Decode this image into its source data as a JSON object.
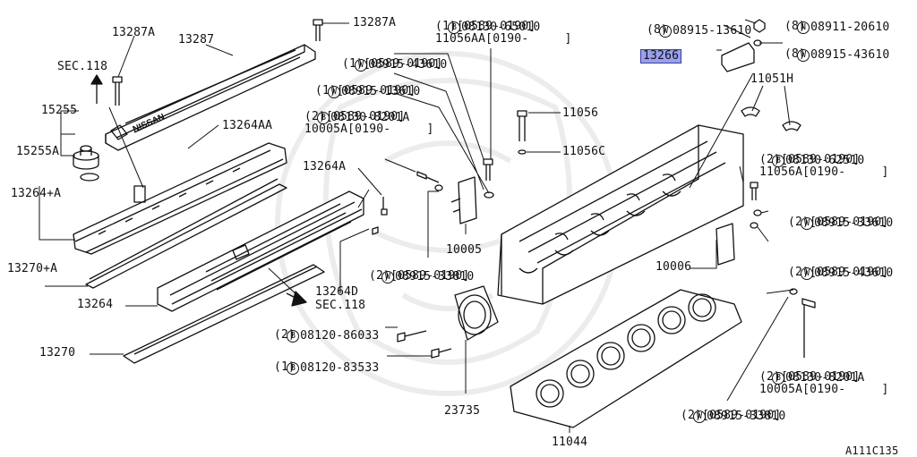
{
  "diagram": {
    "parts": {
      "p13287A_left": "13287A",
      "p13287": "13287",
      "p13287A_top": "13287A",
      "sec118_top": "SEC.118",
      "p15255": "15255",
      "p15255A": "15255A",
      "p13264AA": "13264AA",
      "p13264A_plus": "13264+A",
      "p13264A": "13264A",
      "p13270A_plus": "13270+A",
      "p13264": "13264",
      "p13264D": "13264D",
      "sec118_mid": "SEC.118",
      "p13270": "13270",
      "p10005": "10005",
      "p23735": "23735",
      "p11044": "11044",
      "p11056": "11056",
      "p11056C": "11056C",
      "p13266": "13266",
      "p11051H": "11051H",
      "p10006": "10006",
      "figure_code": "A111C135"
    },
    "callouts": {
      "b08130_65010": {
        "prefix": "B",
        "code": "08130-65010",
        "l2": "(1)[0589-0190]",
        "l3": "11056AA[0190-     ]"
      },
      "w08915_43610_a": {
        "prefix": "W",
        "code": "08915-43610",
        "l2": "(1)[0589-0190]"
      },
      "w08915_13610_a": {
        "prefix": "W",
        "code": "08915-13610",
        "l2": "(1)[0589-0190]"
      },
      "b08130_8201A_a": {
        "prefix": "B",
        "code": "08130-8201A",
        "l2": "(2)[0589-0190]",
        "l3": "10005A[0190-     ]"
      },
      "w08915_33810_a": {
        "prefix": "W",
        "code": "08915-33810",
        "l2": "(2)[0589-0190]"
      },
      "b08120_86033": {
        "prefix": "B",
        "code": "08120-86033",
        "l2": "(2)"
      },
      "b08120_83533": {
        "prefix": "B",
        "code": "08120-83533",
        "l2": "(1)"
      },
      "w08915_13610_b": {
        "prefix": "W",
        "code": "08915-13610",
        "l2": "(8)"
      },
      "n08911_20610": {
        "prefix": "N",
        "code": "08911-20610",
        "l2": "(8)"
      },
      "w08915_43610_b": {
        "prefix": "W",
        "code": "08915-43610",
        "l2": "(8)"
      },
      "b08130_62510": {
        "prefix": "B",
        "code": "08130-62510",
        "l2": "(2)[0589-0190]",
        "l3": "11056A[0190-     ]"
      },
      "w08915_33610": {
        "prefix": "W",
        "code": "08915-33610",
        "l2": "(2)[0589-0190]"
      },
      "w08915_43610_c": {
        "prefix": "W",
        "code": "08915-43610",
        "l2": "(2)[0589-0190]"
      },
      "b08130_8201A_b": {
        "prefix": "B",
        "code": "08130-8201A",
        "l2": "(2)[0589-0190]",
        "l3": "10005A[0190-     ]"
      },
      "w08915_33810_b": {
        "prefix": "W",
        "code": "08915-33810",
        "l2": "(2)[0589-0190]"
      }
    },
    "colors": {
      "highlight": "#9aa0ee",
      "line": "#111111"
    }
  }
}
